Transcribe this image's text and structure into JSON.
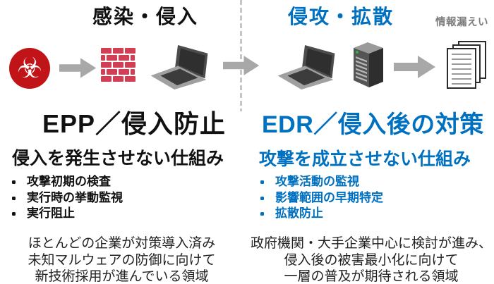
{
  "colors": {
    "accent_blue": "#0070C0",
    "text_black": "#111111",
    "leak_gray": "#7c7c7c",
    "arrow_gray": "#A8A8A8",
    "divider_gray": "#C6C6C6",
    "biohazard_red": "#C01418",
    "brick_red": "#D23F54"
  },
  "flow": {
    "phase1_label": "感染・侵入",
    "phase2_label": "侵攻・拡散",
    "leak_label": "情報漏えい",
    "biohazard_glyph": "☣",
    "icon_sequence": [
      "biohazard-icon",
      "arrow-right-icon",
      "firewall-brick-icon",
      "laptop-icon",
      "arrow-right-icon",
      "laptop-icon",
      "server-icon",
      "arrow-right-icon",
      "documents-icon"
    ]
  },
  "epp": {
    "title": "EPP／侵入防止",
    "subtitle": "侵入を発生させない仕組み",
    "bullets": [
      "攻撃初期の検査",
      "実行時の挙動監視",
      "実行阻止"
    ],
    "description_lines": [
      "ほとんどの企業が対策導入済み",
      "未知マルウェアの防御に向けて",
      "新技術採用が進んでいる領域"
    ]
  },
  "edr": {
    "title": "EDR／侵入後の対策",
    "subtitle": "攻撃を成立させない仕組み",
    "bullets": [
      "攻撃活動の監視",
      "影響範囲の早期特定",
      "拡散防止"
    ],
    "description_lines": [
      "政府機関・大手企業中心に検討が進み、",
      "侵入後の被害最小化に向けて",
      "一層の普及が期待される領域"
    ]
  }
}
